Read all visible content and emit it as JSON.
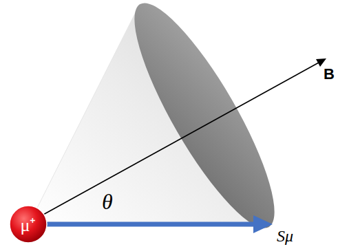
{
  "diagram": {
    "nodes": [
      {
        "text": [
          "μ⁺"
        ]
      }
    ],
    "labels": [
      "B",
      "θ",
      "Sμ"
    ]
  }
}
